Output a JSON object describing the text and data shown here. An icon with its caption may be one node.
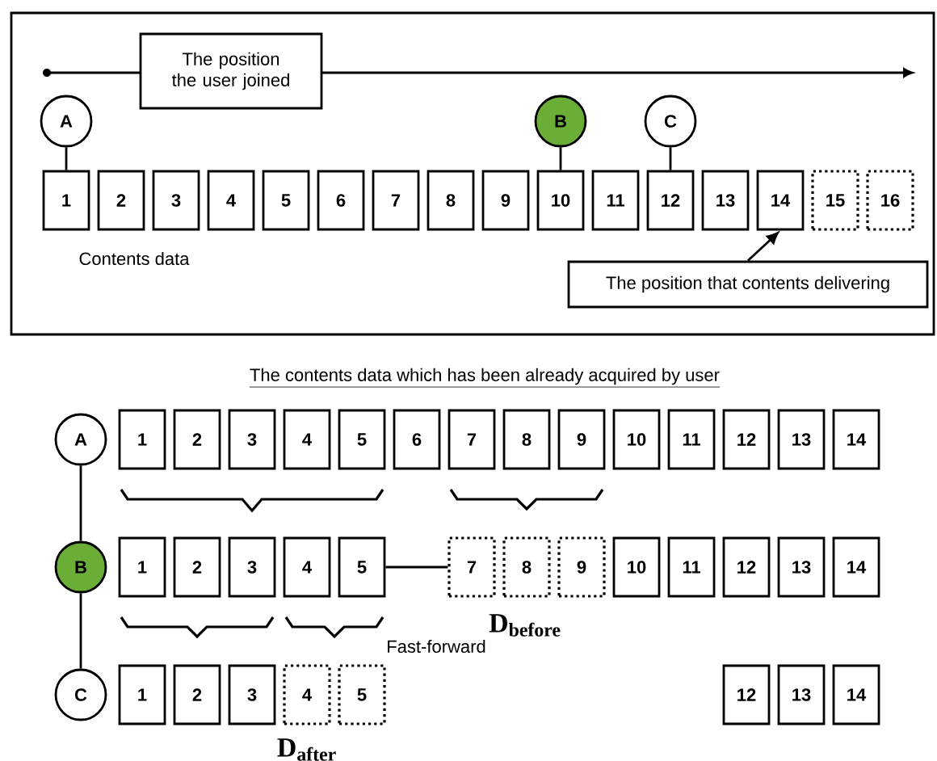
{
  "diagram": {
    "nodes": [
      {
        "text": [
          "The position the user joined"
        ]
      },
      {
        "text": [
          "A"
        ]
      },
      {
        "text": [
          "B"
        ]
      },
      {
        "text": [
          "C"
        ]
      },
      {
        "text": [
          "1"
        ]
      },
      {
        "text": [
          "2"
        ]
      },
      {
        "text": [
          "3"
        ]
      },
      {
        "text": [
          "4"
        ]
      },
      {
        "text": [
          "5"
        ]
      },
      {
        "text": [
          "6"
        ]
      },
      {
        "text": [
          "7"
        ]
      },
      {
        "text": [
          "8"
        ]
      },
      {
        "text": [
          "9"
        ]
      },
      {
        "text": [
          "10"
        ]
      },
      {
        "text": [
          "11"
        ]
      },
      {
        "text": [
          "12"
        ]
      },
      {
        "text": [
          "13"
        ]
      },
      {
        "text": [
          "14"
        ]
      },
      {
        "text": [
          "15"
        ]
      },
      {
        "text": [
          "16"
        ]
      },
      {
        "text": [
          "The position that contents delivering"
        ]
      },
      {
        "text": [
          "A"
        ]
      },
      {
        "text": [
          "B"
        ]
      },
      {
        "text": [
          "C"
        ]
      },
      {
        "text": [
          "1"
        ]
      },
      {
        "text": [
          "2"
        ]
      },
      {
        "text": [
          "3"
        ]
      },
      {
        "text": [
          "4"
        ]
      },
      {
        "text": [
          "5"
        ]
      },
      {
        "text": [
          "6"
        ]
      },
      {
        "text": [
          "7"
        ]
      },
      {
        "text": [
          "8"
        ]
      },
      {
        "text": [
          "9"
        ]
      },
      {
        "text": [
          "10"
        ]
      },
      {
        "text": [
          "11"
        ]
      },
      {
        "text": [
          "12"
        ]
      },
      {
        "text": [
          "13"
        ]
      },
      {
        "text": [
          "14"
        ]
      },
      {
        "text": [
          "1"
        ]
      },
      {
        "text": [
          "2"
        ]
      },
      {
        "text": [
          "3"
        ]
      },
      {
        "text": [
          "4"
        ]
      },
      {
        "text": [
          "5"
        ]
      },
      {
        "text": [
          "7"
        ]
      },
      {
        "text": [
          "8"
        ]
      },
      {
        "text": [
          "9"
        ]
      },
      {
        "text": [
          "10"
        ]
      },
      {
        "text": [
          "11"
        ]
      },
      {
        "text": [
          "12"
        ]
      },
      {
        "text": [
          "13"
        ]
      },
      {
        "text": [
          "14"
        ]
      },
      {
        "text": [
          "1"
        ]
      },
      {
        "text": [
          "2"
        ]
      },
      {
        "text": [
          "3"
        ]
      },
      {
        "text": [
          "4"
        ]
      },
      {
        "text": [
          "5"
        ]
      },
      {
        "text": [
          "12"
        ]
      },
      {
        "text": [
          "13"
        ]
      },
      {
        "text": [
          "14"
        ]
      }
    ],
    "edges": [
      {
        "from": 1,
        "to": 4,
        "arrow": "none"
      },
      {
        "from": 2,
        "to": 13,
        "arrow": "none"
      },
      {
        "from": 3,
        "to": 15,
        "arrow": "none"
      },
      {
        "from": 20,
        "to": 17,
        "arrow": "to"
      },
      {
        "from": 21,
        "to": 22,
        "arrow": "none"
      },
      {
        "from": 22,
        "to": 23,
        "arrow": "none"
      },
      {
        "from": 42,
        "to": 43,
        "arrow": "none"
      }
    ],
    "labels": [
      "Contents data",
      "The contents data which has been already acquired by user",
      "D$_{before}$",
      "Fast-forward",
      "D$_{after}$"
    ]
  }
}
